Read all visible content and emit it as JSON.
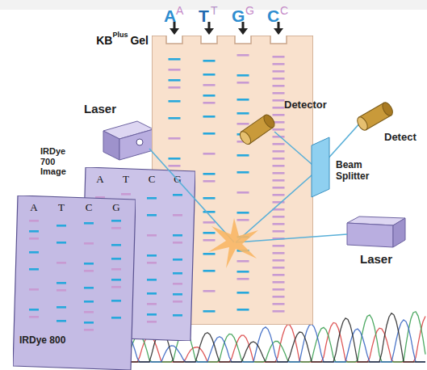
{
  "diagram": {
    "nodes": [
      {
        "text": [
          "KB",
          "Plus",
          "Gel"
        ]
      },
      {
        "text": [
          "IRDye 700 Image",
          "A",
          "T",
          "C",
          "G"
        ]
      },
      {
        "text": [
          "A",
          "T",
          "C",
          "G",
          "IRDye 800"
        ]
      }
    ],
    "labels": [
      "A",
      "A",
      "T",
      "T",
      "G",
      "G",
      "C",
      "C",
      "Detector",
      "Detect",
      "Laser",
      "Beam Splitter",
      "Laser"
    ]
  }
}
